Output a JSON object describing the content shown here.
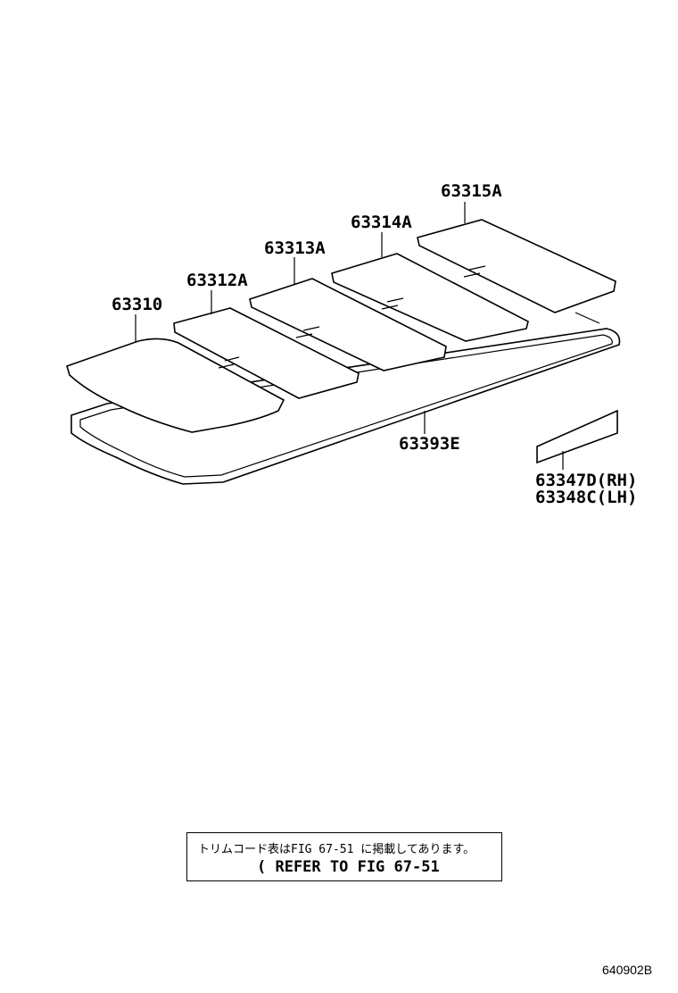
{
  "parts": {
    "p63310": "63310",
    "p63312A": "63312A",
    "p63313A": "63313A",
    "p63314A": "63314A",
    "p63315A": "63315A",
    "p63393E": "63393E",
    "p63347D": "63347D(RH)",
    "p63348C": "63348C(LH)"
  },
  "note": {
    "japanese": "トリムコード表はFIG 67-51 に掲載してあります。",
    "english": "( REFER TO FIG 67-51"
  },
  "diagram_code": "640902B"
}
